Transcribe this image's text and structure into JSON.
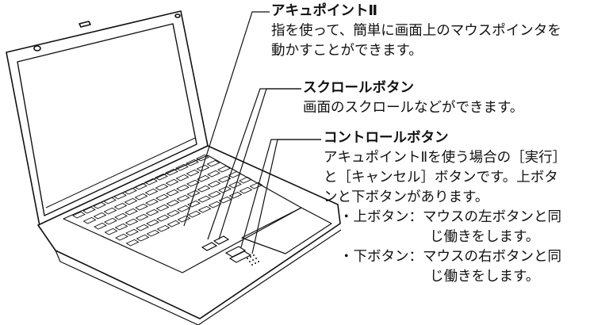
{
  "labels": {
    "accupoint": {
      "title": "アキュポイントⅡ",
      "lines": [
        "指を使って、簡単に画面上のマウスポインタを",
        "動かすことができます。"
      ]
    },
    "scroll": {
      "title": "スクロールボタン",
      "lines": [
        "画面のスクロールなどができます。"
      ]
    },
    "control": {
      "title": "コントロールボタン",
      "lines": [
        "アキュポイントⅡを使う場合の［実行］",
        "と［キャンセル］ボタンです。上ボタ",
        "ンと下ボタンがあります。"
      ],
      "upper": {
        "head": "・上ボタン：マウスの左ボタンと同",
        "cont": "じ働きをします。"
      },
      "lower": {
        "head": "・下ボタン：マウスの右ボタンと同",
        "cont": "じ働きをします。"
      }
    }
  }
}
